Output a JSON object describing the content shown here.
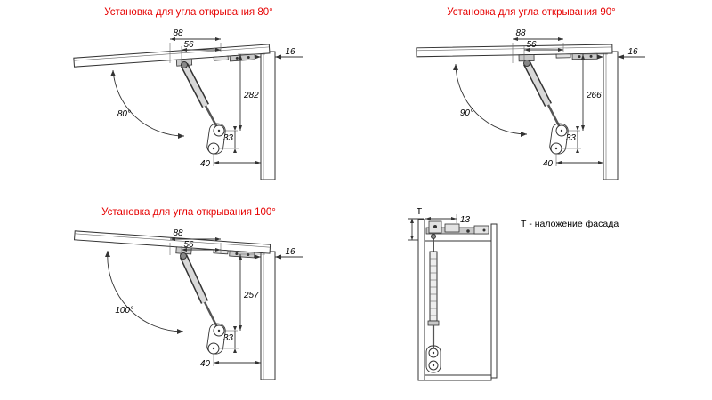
{
  "colors": {
    "title": "#e60000"
  },
  "panels": [
    {
      "title": "Установка для угла открывания 80°",
      "angle": "80°",
      "dim_top": "88",
      "dim_top2": "56",
      "dim_height": "282",
      "dim_bracket": "33",
      "dim_bottom": "40",
      "dim_thickness": "16"
    },
    {
      "title": "Установка для угла открывания 90°",
      "angle": "90°",
      "dim_top": "88",
      "dim_top2": "56",
      "dim_height": "266",
      "dim_bracket": "33",
      "dim_bottom": "40",
      "dim_thickness": "16"
    },
    {
      "title": "Установка для угла открывания 100°",
      "angle": "100°",
      "dim_top": "88",
      "dim_top2": "56",
      "dim_height": "257",
      "dim_bracket": "33",
      "dim_bottom": "40",
      "dim_thickness": "16"
    }
  ],
  "detail": {
    "overlay_label": "T",
    "dim_offset": "13",
    "note": "Т - наложение фасада"
  }
}
